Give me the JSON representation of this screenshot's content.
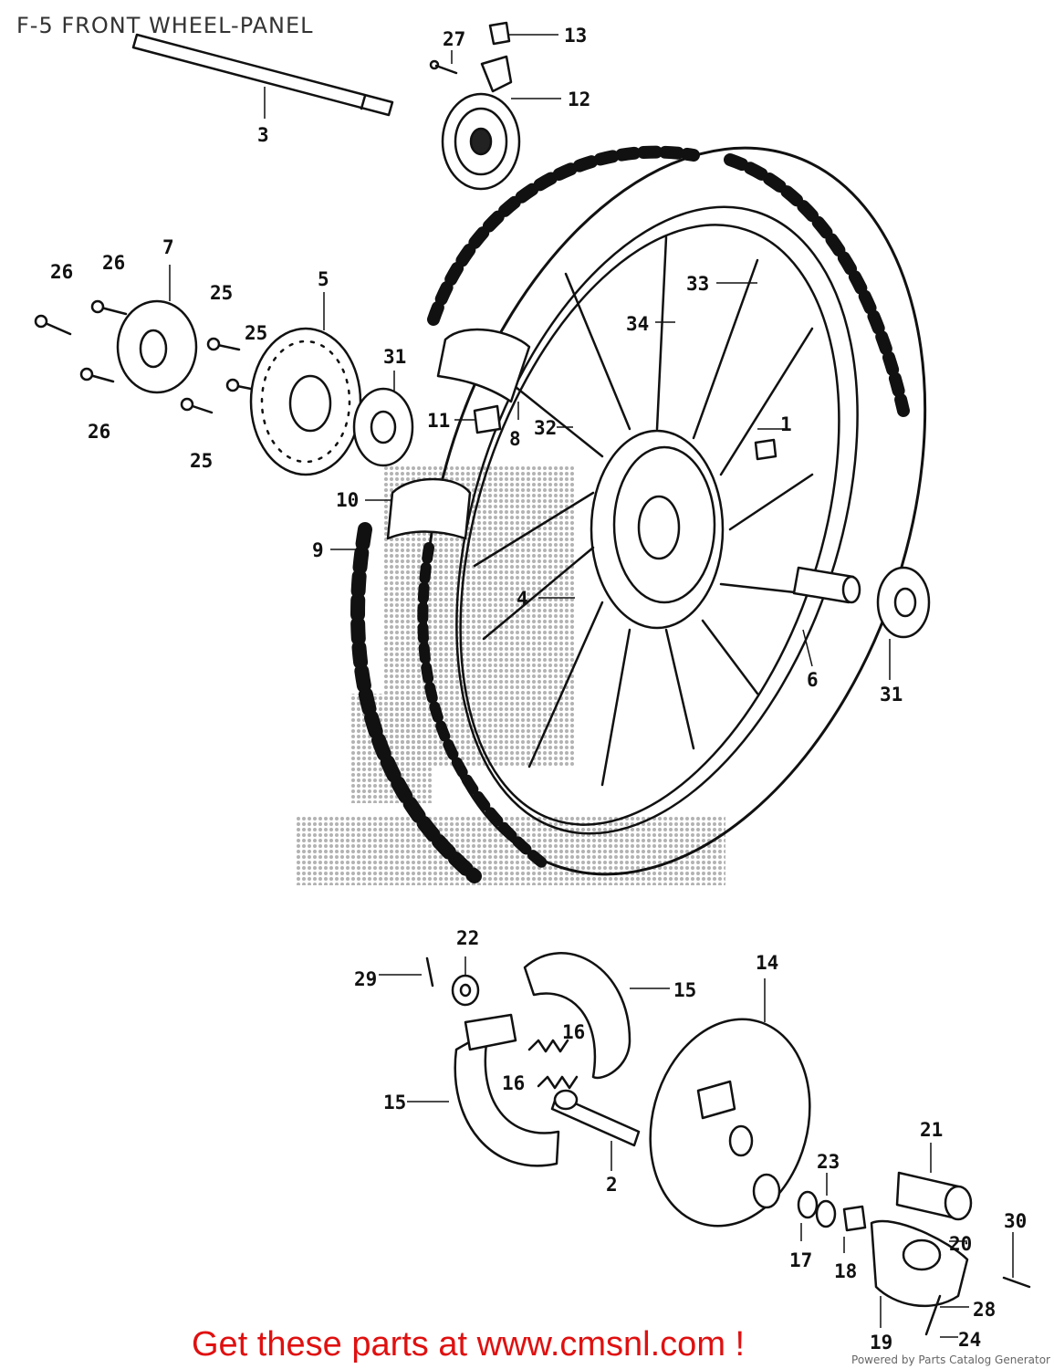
{
  "title": "F-5 FRONT WHEEL-PANEL",
  "callouts": {
    "c1": "1",
    "c2": "2",
    "c3": "3",
    "c4": "4",
    "c5": "5",
    "c6": "6",
    "c7": "7",
    "c8": "8",
    "c9": "9",
    "c10": "10",
    "c11": "11",
    "c12": "12",
    "c13": "13",
    "c14": "14",
    "c15a": "15",
    "c15b": "15",
    "c16a": "16",
    "c16b": "16",
    "c17": "17",
    "c18": "18",
    "c19": "19",
    "c20": "20",
    "c21": "21",
    "c22": "22",
    "c23": "23",
    "c24": "24",
    "c25a": "25",
    "c25b": "25",
    "c25c": "25",
    "c26a": "26",
    "c26b": "26",
    "c26c": "26",
    "c27": "27",
    "c28": "28",
    "c29": "29",
    "c30": "30",
    "c31a": "31",
    "c31b": "31",
    "c32": "32",
    "c33": "33",
    "c34": "34"
  },
  "cta": "Get these parts at www.cmsnl.com !",
  "powered_by": "Powered by Parts Catalog Generator",
  "colors": {
    "cta": "#e01010",
    "line": "#111111",
    "watermark": "#9a9a9a"
  }
}
